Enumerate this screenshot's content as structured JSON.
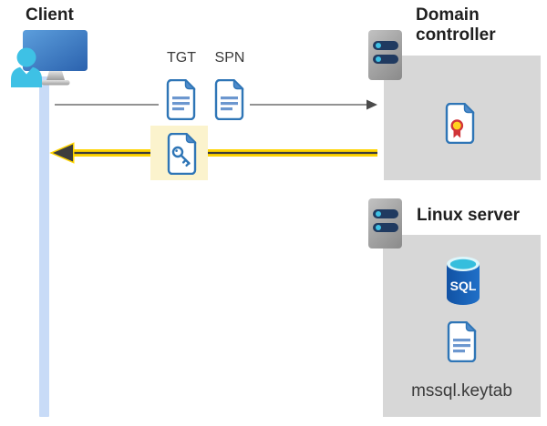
{
  "diagram": {
    "client": {
      "label": "Client",
      "icon": "user-workstation-icon"
    },
    "flow": {
      "tgt_label": "TGT",
      "spn_label": "SPN",
      "request_arrow": "request-arrow-right",
      "response_arrow": "highlighted-response-arrow-left",
      "tgt_icon": "document-icon",
      "spn_icon": "document-icon",
      "key_ticket_icon": "key-document-icon"
    },
    "domain_controller": {
      "label": "Domain controller",
      "icon": "server-icon",
      "content_icon": "certificate-icon"
    },
    "linux_server": {
      "label": "Linux server",
      "icon": "server-icon",
      "sql_badge": "SQL",
      "sql_icon": "sql-database-icon",
      "document_icon": "document-icon",
      "keytab_label": "mssql.keytab"
    }
  },
  "colors": {
    "accent_yellow": "#FFD400",
    "arrow_dark": "#3D3D3D",
    "doc_blue": "#2E75B6",
    "box_gray": "#D7D7D7",
    "highlight_yellow": "#FBF3CD",
    "lifeline_blue": "#C8DBF7",
    "cyan": "#3EC1E5",
    "navy": "#203A60",
    "gray_arrow": "#6E6E6E"
  }
}
